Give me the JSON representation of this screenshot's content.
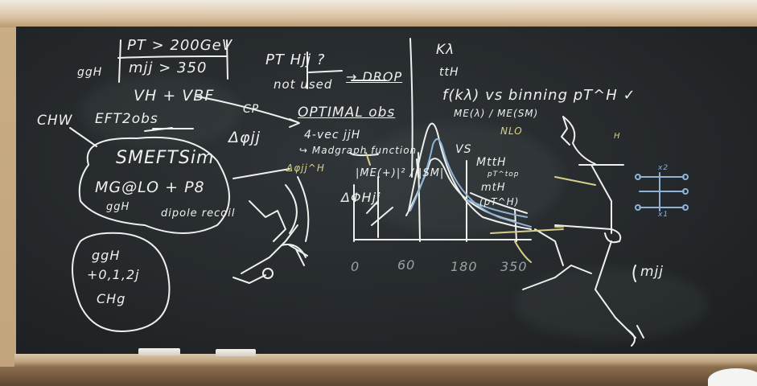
{
  "colors": {
    "chalk": "#eef0ee",
    "chalk_blue": "#8fb3d6",
    "chalk_yellow": "#d8d08a",
    "board": "#25292c",
    "frame": "#cdb89a"
  },
  "board_text": {
    "pt_cut": "PT > 200GeV",
    "mjj_cut": "mjj > 350",
    "ggh_top": "ggH",
    "vh_vbf": "VH + VBF",
    "chw": "CHW",
    "eft2obs": "EFT2obs",
    "smeft": "SMEFTSim",
    "mg_lo": "MG@LO + P8",
    "ggh_small": "ggH",
    "dipole": "dipole recoil",
    "ggh_box": "ggH",
    "jets": "+0,1,2j",
    "chg": "CHg",
    "pt_hjj": "PT Hjj ?",
    "not_used": "not used",
    "drop": "→ DROP",
    "cp": "CP",
    "dphi": "Δφjj",
    "optimal": "OPTIMAL obs",
    "four_vec": "4-vec jjH",
    "madgraph": "↪ Madgraph function",
    "ratio": "|ME(+)|² / |SM|",
    "dphi_hjj": "ΔΦHjj",
    "dphi_small": "Δφjj^H",
    "k_lambda": "Kλ",
    "tth": "ttH",
    "f_k": "f(kλ) vs binning pT^H ✓",
    "me_ratio": "ME(λ) / ME(SM)",
    "nlo": "NLO",
    "vs": "VS",
    "mtth": "MttH",
    "pt_top": "pT^top",
    "mtH": "mtH",
    "pth": "(pT^H)",
    "tick_0": "0",
    "tick_60": "60",
    "tick_180": "180",
    "tick_350": "350",
    "mjj_label": "mjj",
    "h_label": "H",
    "x1": "x1",
    "x2": "x2"
  }
}
